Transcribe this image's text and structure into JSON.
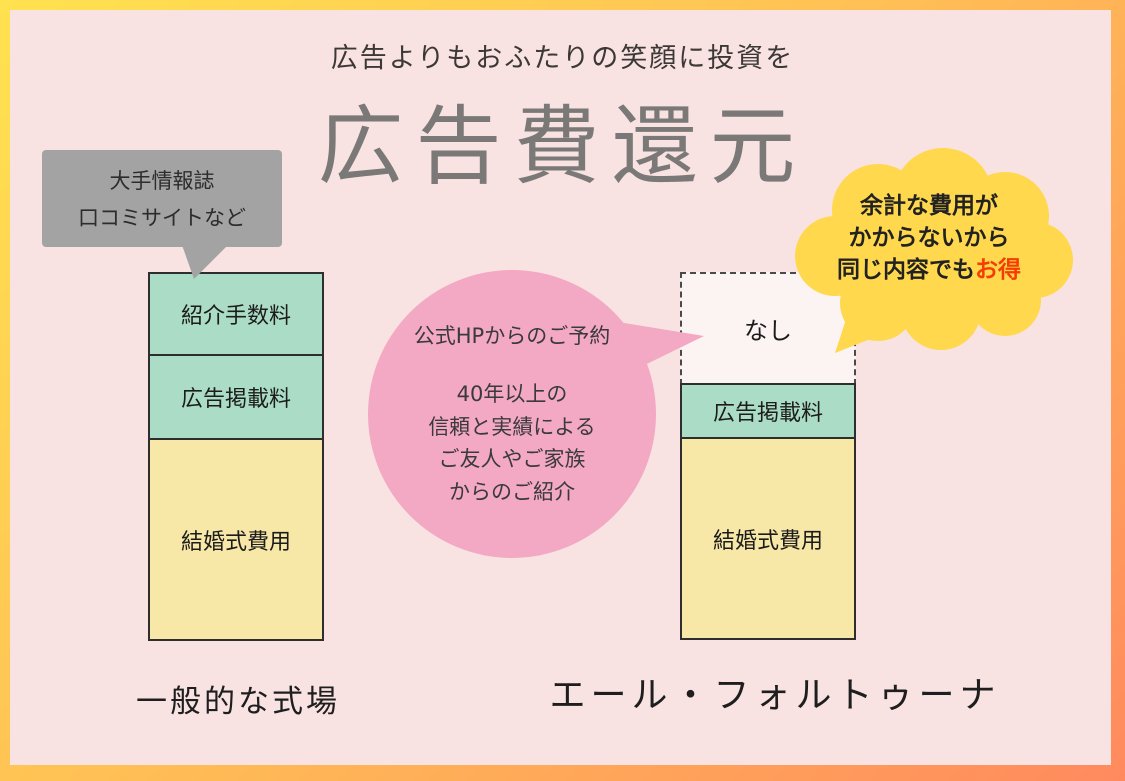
{
  "header": {
    "subtitle": "広告よりもおふたりの笑顔に投資を",
    "title": "広告費還元"
  },
  "gray_callout": {
    "line1": "大手情報誌",
    "line2": "口コミサイトなど"
  },
  "left_chart": {
    "caption": "一般的な式場",
    "segments": [
      {
        "label": "紹介手数料",
        "color": "#abdcc5"
      },
      {
        "label": "広告掲載料",
        "color": "#abdcc5"
      },
      {
        "label": "結婚式費用",
        "color": "#f8e8a8"
      }
    ]
  },
  "right_chart": {
    "caption": "エール・フォルトゥーナ",
    "segments": [
      {
        "label": "なし",
        "color": "#fcf3f3",
        "style": "dashed"
      },
      {
        "label": "広告掲載料",
        "color": "#abdcc5"
      },
      {
        "label": "結婚式費用",
        "color": "#f8e8a8"
      }
    ]
  },
  "pink_bubble": {
    "line1": "公式HPからのご予約",
    "line2": "40年以上の",
    "line3": "信頼と実績による",
    "line4": "ご友人やご家族",
    "line5": "からのご紹介"
  },
  "cloud_bubble": {
    "line1": "余計な費用が",
    "line2": "かからないから",
    "line3_prefix": "同じ内容でも",
    "line3_highlight": "お得"
  },
  "colors": {
    "background_pink": "#f8e3e2",
    "border_gradient_start": "#ffe24f",
    "border_gradient_end": "#ff8a5e",
    "green_segment": "#abdcc5",
    "yellow_segment": "#f8e8a8",
    "pink_bubble": "#f3a8c4",
    "cloud_yellow": "#ffd84d",
    "gray_callout": "#a3a3a3",
    "highlight_red": "#f53d02",
    "title_gray": "#7b7977"
  }
}
